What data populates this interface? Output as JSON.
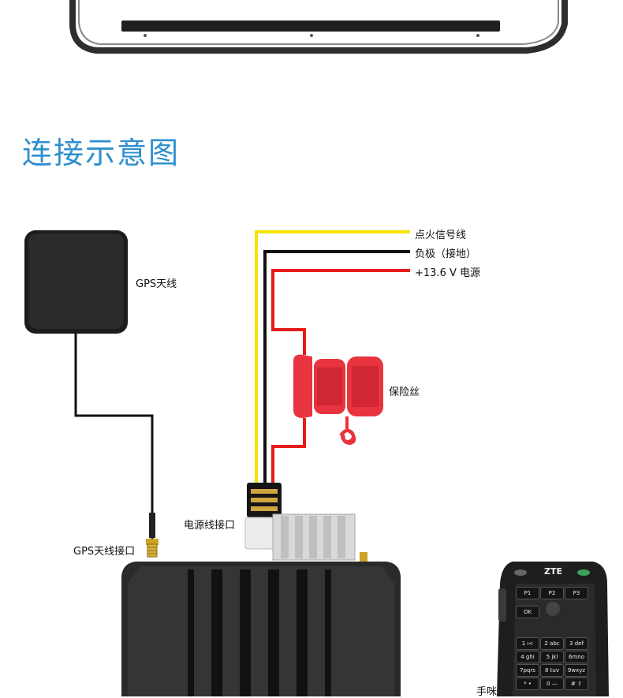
{
  "page": {
    "section_title": "连接示意图"
  },
  "labels": {
    "ignition": "点火信号线",
    "negative": "负极（接地）",
    "power": "+13.6 V 电源",
    "gps_antenna": "GPS天线",
    "fuse": "保险丝",
    "power_port": "电源线接口",
    "gps_port": "GPS天线接口",
    "handset": "手咪"
  },
  "handset": {
    "brand": "ZTE",
    "keys": [
      [
        "P1",
        "P2",
        "P3"
      ],
      [
        "OK",
        "",
        ""
      ],
      [
        "1 ı<",
        "2 abc",
        "3 def"
      ],
      [
        "4 ghi",
        "5 jkl",
        "6mno"
      ],
      [
        "7pqrs",
        "8 tuv",
        "9wxyz"
      ],
      [
        "* •",
        "0 —",
        "# ⇧"
      ]
    ]
  },
  "colors": {
    "title": "#2e8fce",
    "ignition_wire": "#f5e400",
    "negative_wire": "#111111",
    "power_wire": "#e61a1a",
    "fuse": "#e8343f",
    "device": "#2a2a2a"
  }
}
